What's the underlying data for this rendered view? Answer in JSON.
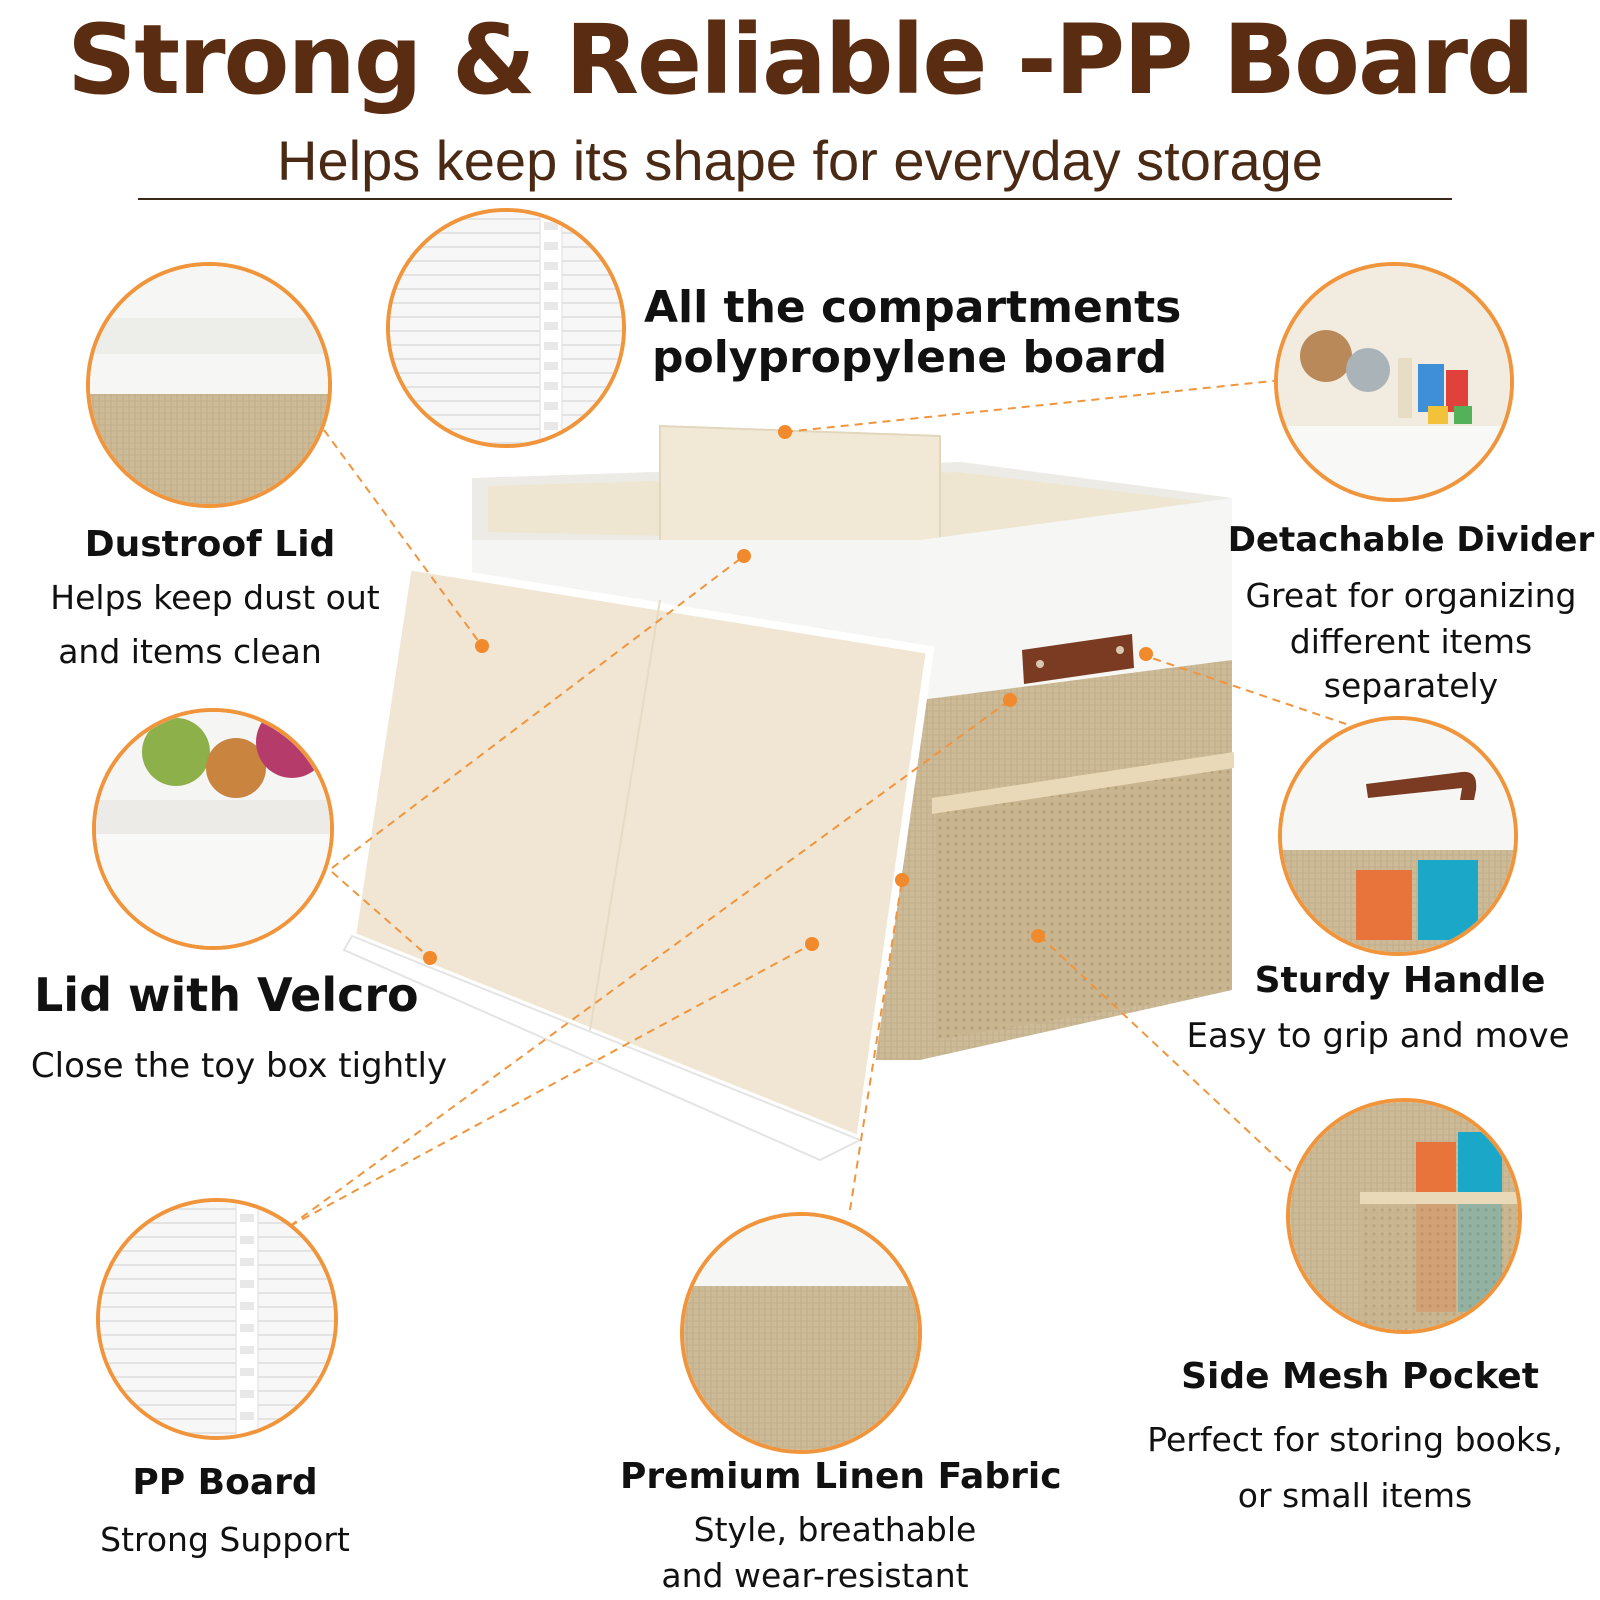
{
  "header": {
    "title": "Strong & Reliable -PP Board",
    "subtitle": "Helps keep its shape for everyday storage"
  },
  "callouts": {
    "compartments": {
      "line1": "All the compartments",
      "line2": "polypropylene board"
    },
    "lid": {
      "heading": "Dustroof Lid",
      "line1": "Helps keep dust out",
      "line2": "and items clean"
    },
    "velcro": {
      "heading": "Lid with Velcro",
      "line1": "Close the toy box tightly"
    },
    "pp_board": {
      "heading": "PP Board",
      "line1": "Strong Support"
    },
    "linen": {
      "heading": "Premium Linen Fabric",
      "line1": "Style, breathable",
      "line2": "and wear-resistant"
    },
    "divider": {
      "heading": "Detachable Divider",
      "line1": "Great for organizing",
      "line2": "different items",
      "line3": "separately"
    },
    "handle": {
      "heading": "Sturdy Handle",
      "line1": "Easy to grip and move"
    },
    "mesh": {
      "heading": "Side Mesh Pocket",
      "line1": "Perfect for storing books,",
      "line2": "or small items"
    }
  },
  "colors": {
    "title": "#5a2d12",
    "accent_orange": "#f0953c",
    "linen": "#cdbb97",
    "white_fabric": "#f6f6f4",
    "cream_board": "#f1e8d6",
    "leather": "#7a3b22"
  }
}
